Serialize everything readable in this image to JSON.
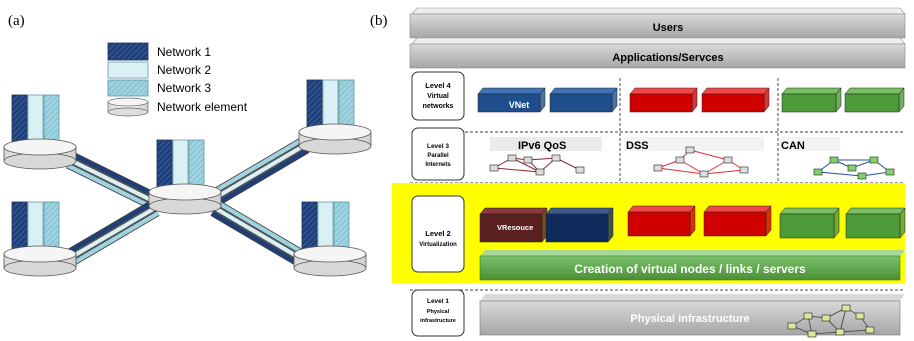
{
  "panel_a": {
    "label": "(a)",
    "legend": [
      {
        "label": "Network 1",
        "icon": "dark-blue-hatched-box-icon",
        "color": "#1f3f7a"
      },
      {
        "label": "Network 2",
        "icon": "light-cyan-box-icon",
        "color": "#d9f0f5"
      },
      {
        "label": "Network 3",
        "icon": "cyan-hatched-box-icon",
        "color": "#9fd3df"
      },
      {
        "label": "Network element",
        "icon": "cylinder-icon",
        "color": "#f2f2f2"
      }
    ]
  },
  "panel_b": {
    "label": "(b)",
    "users": "Users",
    "applications": "Applications/Servces",
    "level4": {
      "title": "Level 4",
      "subtitle": "Virtual networks",
      "vnet": "VNet"
    },
    "level3": {
      "title": "Level 3",
      "subtitle": "Parallel Internets",
      "ipv6": "IPv6 QoS",
      "dss": "DSS",
      "can": "CAN"
    },
    "level2": {
      "title": "Level 2",
      "subtitle": "Virtualization",
      "vresource": "VResouce",
      "creation": "Creation of virtual nodes / links / servers"
    },
    "level1": {
      "title": "Level 1",
      "subtitle": "Physical infrastructure",
      "physical": "Physical infrastructure"
    },
    "colors": {
      "blue": "#1e4f8c",
      "red": "#d00000",
      "green": "#4c9a38",
      "yellow": "#ffff00",
      "gray": "#a9a9a9"
    }
  }
}
